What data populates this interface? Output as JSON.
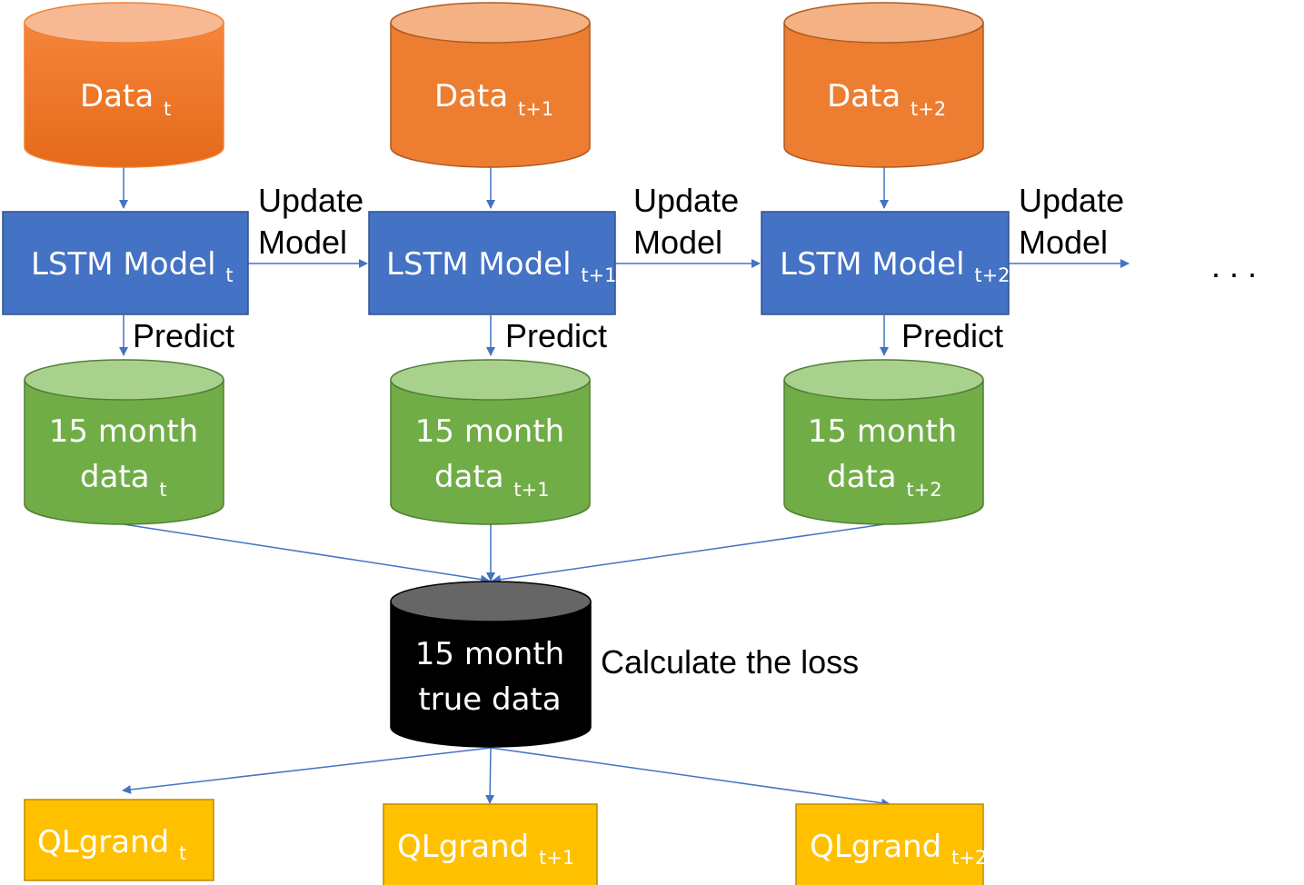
{
  "colors": {
    "data": "#ED7D31",
    "model": "#4472C4",
    "prediction": "#70AD47",
    "truth": "#000000",
    "qlgrand": "#FFC000",
    "arrow": "#4472C4"
  },
  "data_nodes": [
    {
      "label": "Data",
      "sub": "t"
    },
    {
      "label": "Data",
      "sub": "t+1"
    },
    {
      "label": "Data",
      "sub": "t+2"
    }
  ],
  "models": [
    {
      "label": "LSTM Model",
      "sub": "t"
    },
    {
      "label": "LSTM Model",
      "sub": "t+1"
    },
    {
      "label": "LSTM Model",
      "sub": "t+2"
    }
  ],
  "update_label": [
    "Update",
    "Model"
  ],
  "predict_label": "Predict",
  "ellipsis": ". . .",
  "predictions": [
    {
      "line1": "15 month",
      "line2": "data",
      "sub": "t"
    },
    {
      "line1": "15 month",
      "line2": "data",
      "sub": "t+1"
    },
    {
      "line1": "15 month",
      "line2": "data",
      "sub": "t+2"
    }
  ],
  "truth": {
    "line1": "15 month",
    "line2": "true data"
  },
  "loss_label": "Calculate the loss",
  "outputs": [
    {
      "label": "QLgrand",
      "sub": "t"
    },
    {
      "label": "QLgrand",
      "sub": "t+1"
    },
    {
      "label": "QLgrand",
      "sub": "t+2"
    }
  ]
}
